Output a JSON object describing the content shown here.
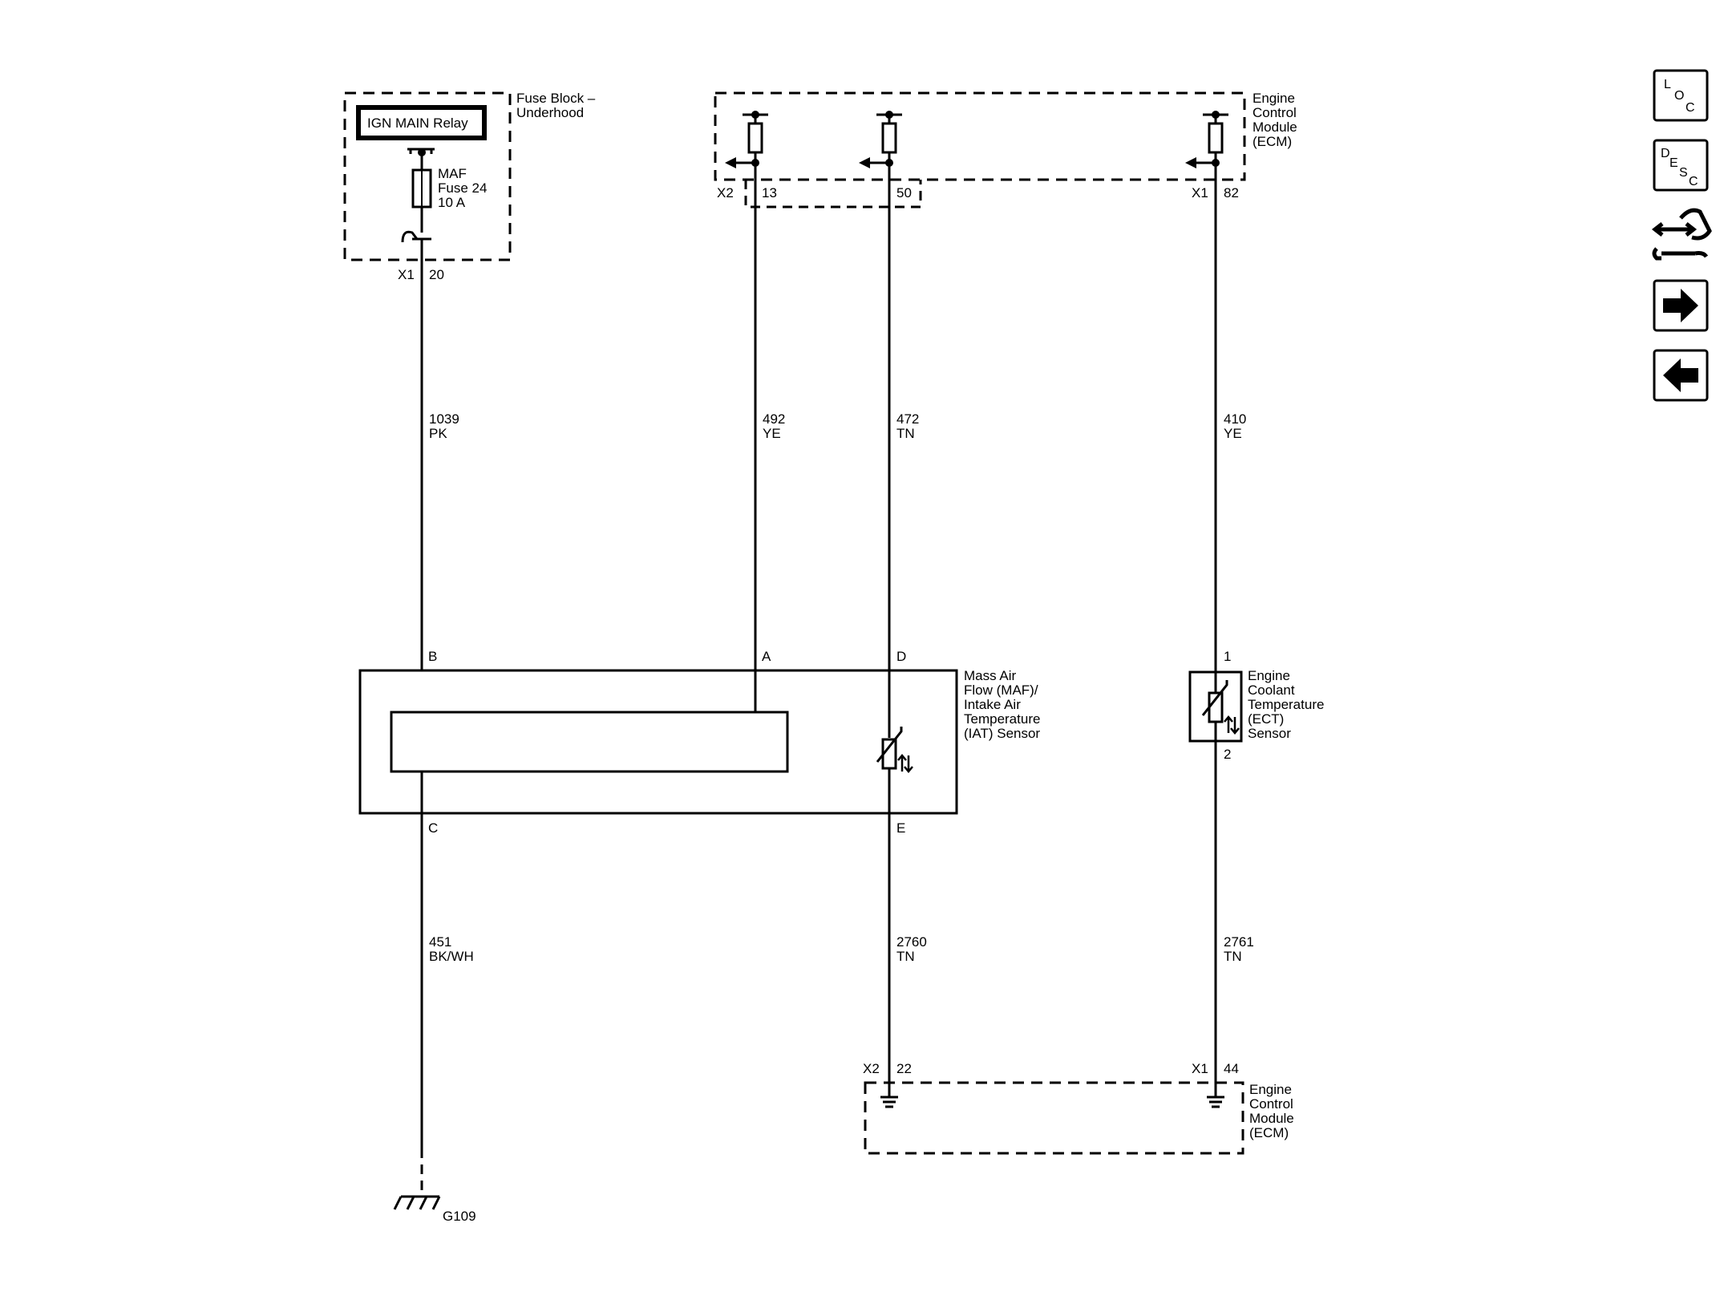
{
  "fuse_block": {
    "title_line1": "Fuse Block –",
    "title_line2": "Underhood",
    "relay": "IGN MAIN Relay",
    "fuse_line1": "MAF",
    "fuse_line2": "Fuse 24",
    "fuse_line3": "10 A",
    "connector": "X1",
    "pin": "20"
  },
  "ecm_top": {
    "title_line1": "Engine",
    "title_line2": "Control",
    "title_line3": "Module",
    "title_line4": "(ECM)",
    "conn_a": "X2",
    "pin_a": "13",
    "pin_b": "50",
    "conn_c": "X1",
    "pin_c": "82"
  },
  "wires": {
    "w1039": {
      "circuit": "1039",
      "color": "PK"
    },
    "w492": {
      "circuit": "492",
      "color": "YE"
    },
    "w472": {
      "circuit": "472",
      "color": "TN"
    },
    "w410": {
      "circuit": "410",
      "color": "YE"
    },
    "w451": {
      "circuit": "451",
      "color": "BK/WH"
    },
    "w2760": {
      "circuit": "2760",
      "color": "TN"
    },
    "w2761": {
      "circuit": "2761",
      "color": "TN"
    }
  },
  "maf_sensor": {
    "line1": "Mass Air",
    "line2": "Flow (MAF)/",
    "line3": "Intake Air",
    "line4": "Temperature",
    "line5": "(IAT) Sensor",
    "pin_b": "B",
    "pin_a": "A",
    "pin_d": "D",
    "pin_c": "C",
    "pin_e": "E"
  },
  "ect_sensor": {
    "line1": "Engine",
    "line2": "Coolant",
    "line3": "Temperature",
    "line4": "(ECT)",
    "line5": "Sensor",
    "pin_1": "1",
    "pin_2": "2"
  },
  "ecm_bottom": {
    "title_line1": "Engine",
    "title_line2": "Control",
    "title_line3": "Module",
    "title_line4": "(ECM)",
    "conn_a": "X2",
    "pin_a": "22",
    "conn_b": "X1",
    "pin_b": "44"
  },
  "ground": {
    "label": "G109"
  },
  "nav": {
    "loc": {
      "l1": "L",
      "l2": "O",
      "l3": "C"
    },
    "desc": {
      "l1": "D",
      "l2": "E",
      "l3": "S",
      "l4": "C"
    },
    "icons": [
      "loc-icon",
      "desc-icon",
      "connector-wrench-icon",
      "arrow-right-icon",
      "arrow-left-icon"
    ]
  }
}
